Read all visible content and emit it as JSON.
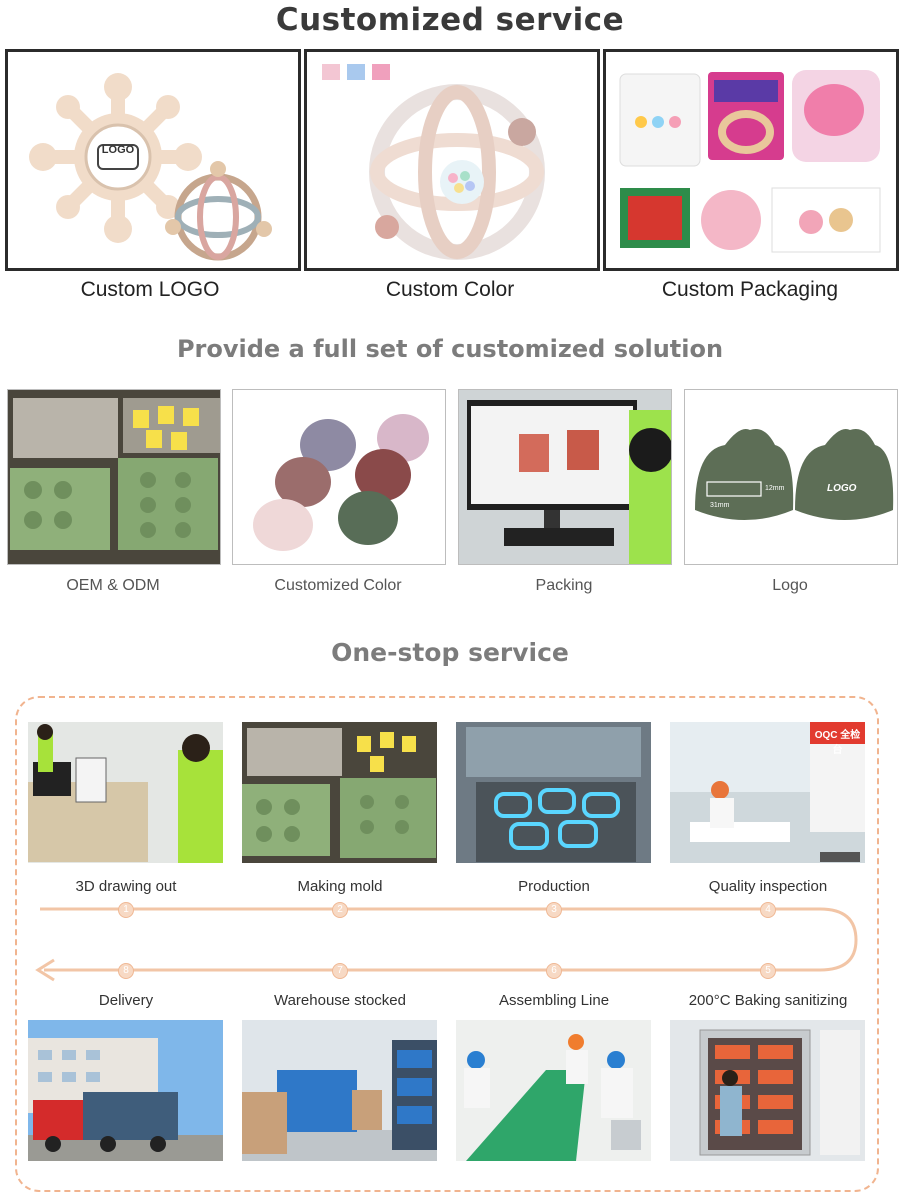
{
  "section1": {
    "title": "Customized service",
    "cards": [
      {
        "caption": "Custom LOGO",
        "logo_text": "LOGO"
      },
      {
        "caption": "Custom Color"
      },
      {
        "caption": "Custom Packaging"
      }
    ],
    "swatches": [
      "#f3c6d3",
      "#a9c9ee",
      "#f0a0bd"
    ]
  },
  "section2": {
    "title": "Provide a full set of customized solution",
    "items": [
      {
        "caption": "OEM & ODM"
      },
      {
        "caption": "Customized Color"
      },
      {
        "caption": "Packing"
      },
      {
        "caption": "Logo",
        "logo_text": "LOGO",
        "dim_width": "31mm",
        "dim_height": "12mm"
      }
    ]
  },
  "section3": {
    "title": "One-stop service",
    "steps": [
      {
        "number": "1",
        "label": "3D drawing out"
      },
      {
        "number": "2",
        "label": "Making mold"
      },
      {
        "number": "3",
        "label": "Production"
      },
      {
        "number": "4",
        "label": "Quality inspection",
        "sign_text": "OQC 全检台"
      },
      {
        "number": "5",
        "label": "200°C Baking sanitizing"
      },
      {
        "number": "6",
        "label": "Assembling Line"
      },
      {
        "number": "7",
        "label": "Warehouse stocked"
      },
      {
        "number": "8",
        "label": "Delivery"
      }
    ]
  },
  "colors": {
    "heading_dark": "#3a3a3a",
    "heading_grey": "#7c7c7c",
    "accent_orange": "#f1b48f",
    "mold_green": "#8fb07a",
    "shirt_green": "#a7e23a",
    "teether_beige": "#efd9c5"
  }
}
